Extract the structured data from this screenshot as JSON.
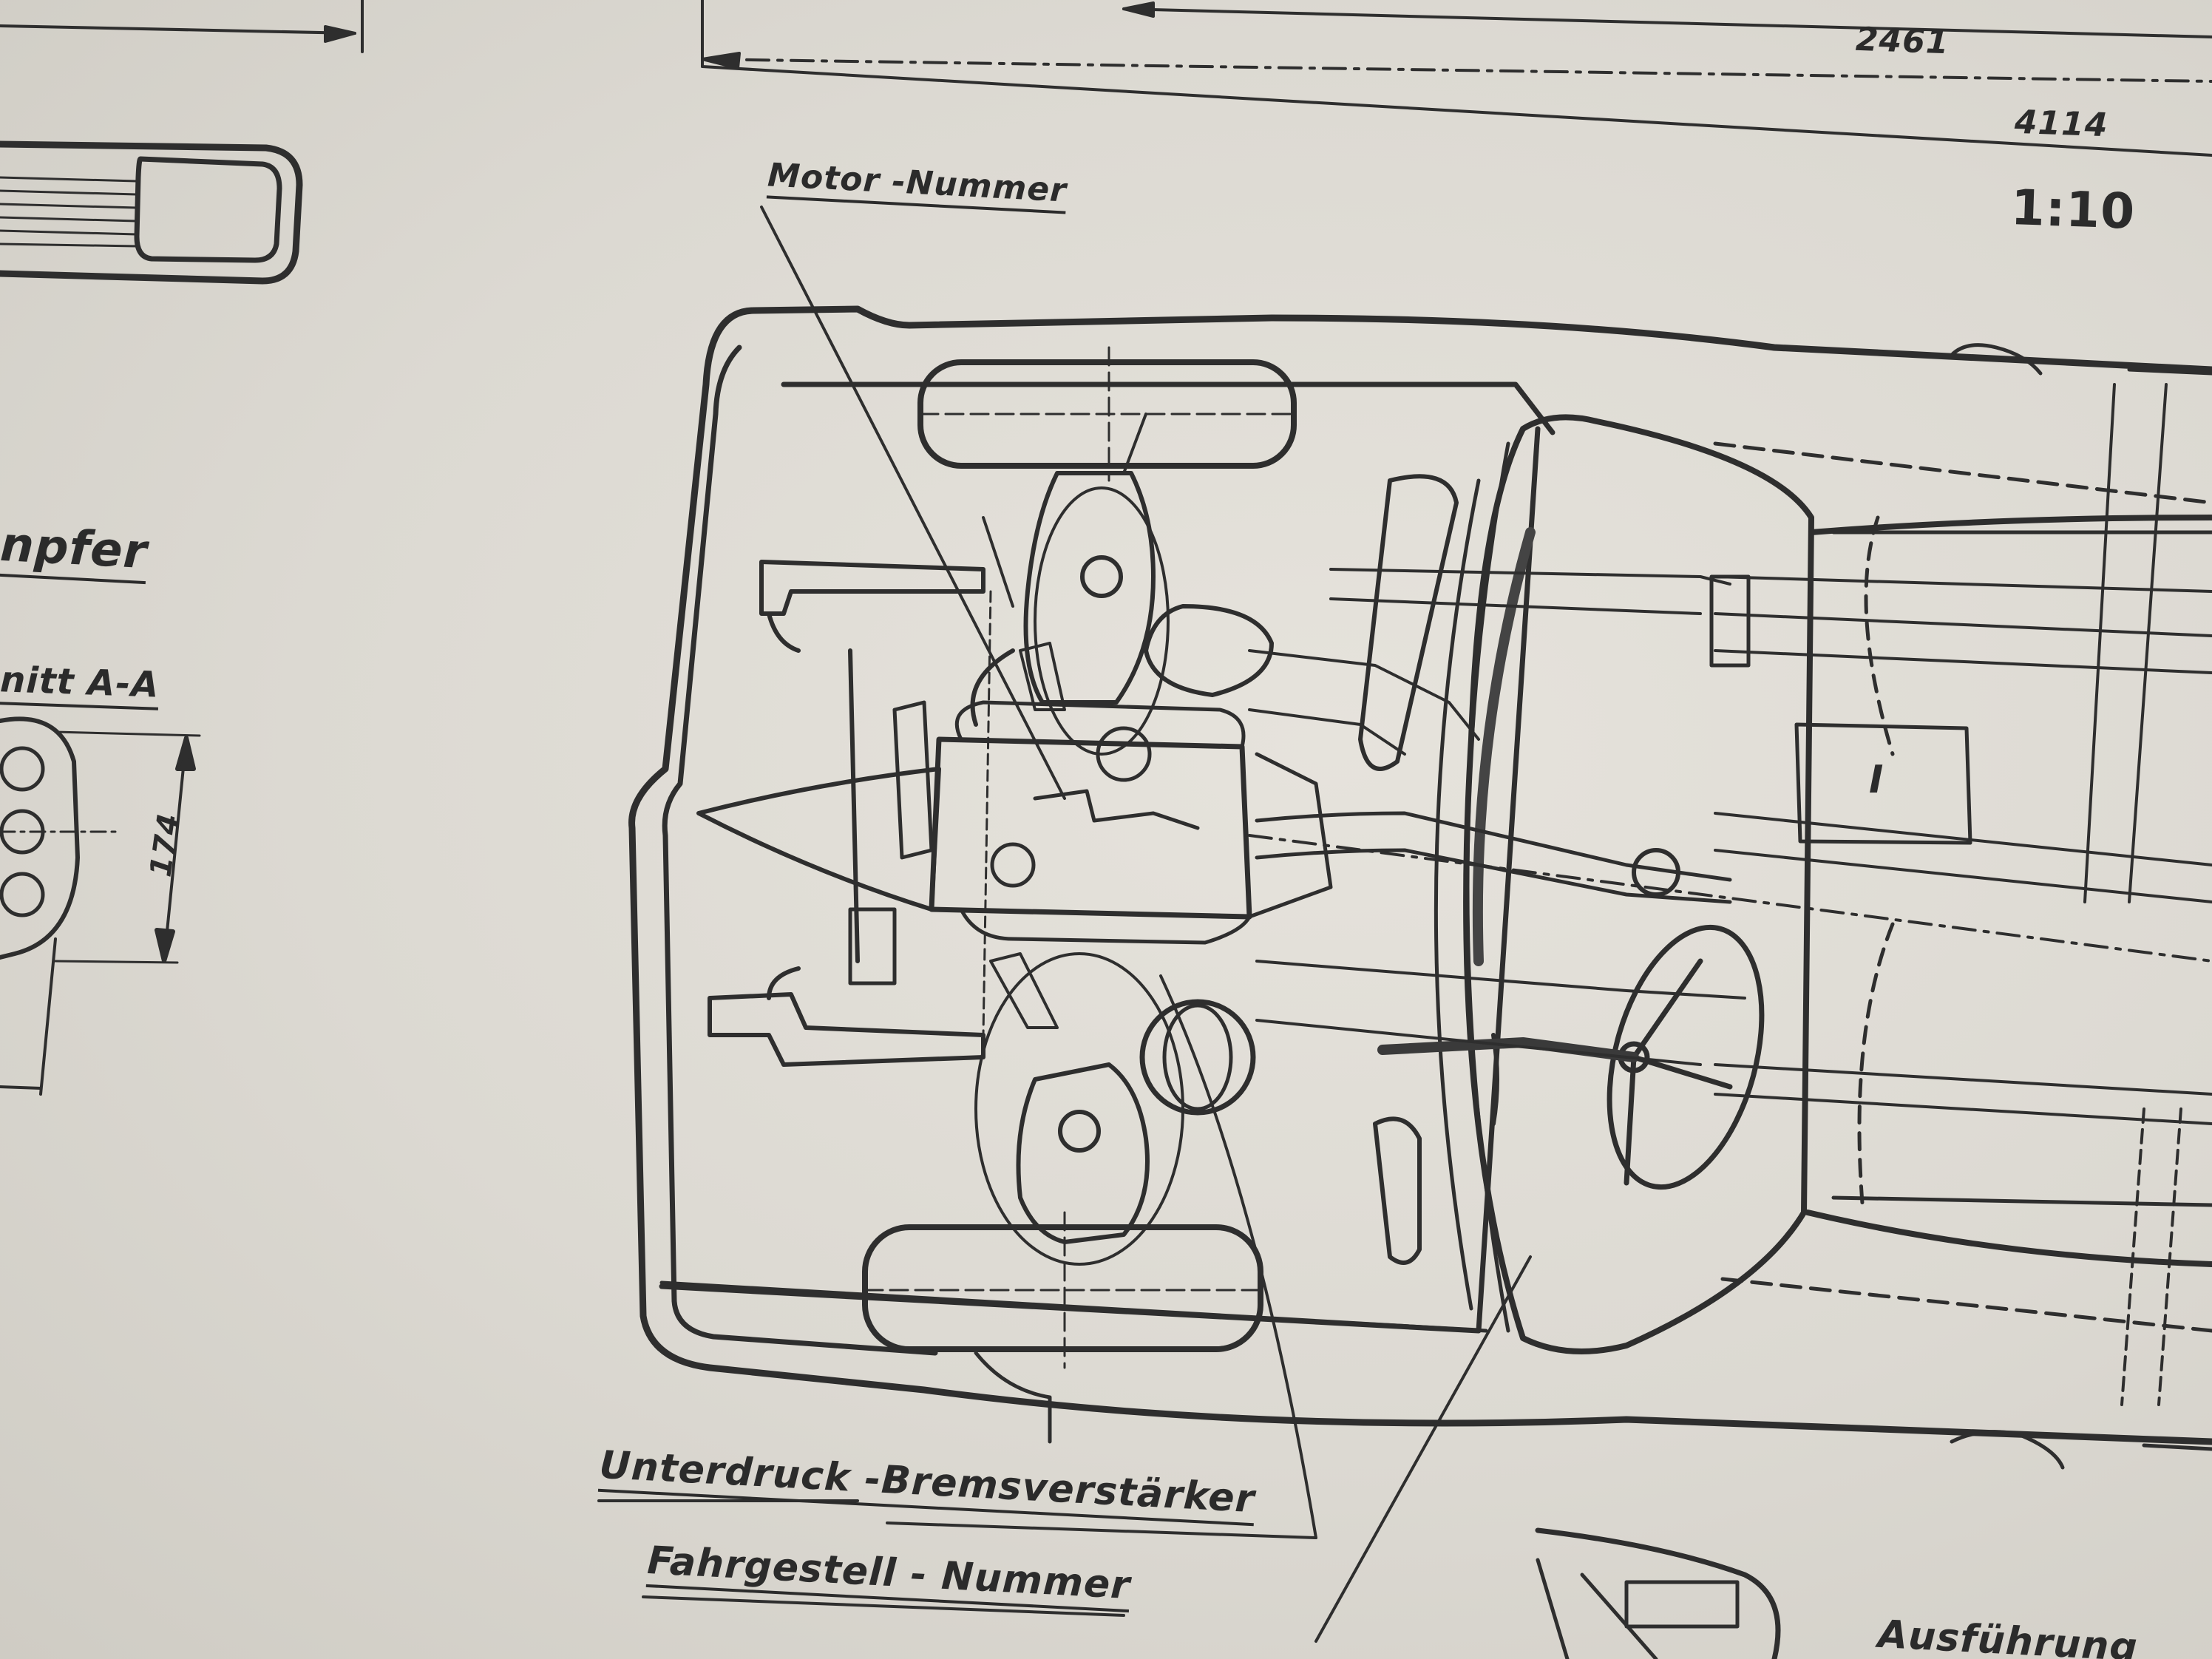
{
  "dimensions": {
    "wheelbase": "2461",
    "overall_length": "4114",
    "section_height": "174"
  },
  "scale": "1:10",
  "labels": {
    "engine_number": "Motor -Nummer",
    "brake_booster": "Unterdruck -Bremsverstärker",
    "chassis_number": "Fahrgestell - Nummer",
    "partial_title": "npfer",
    "section_label": "nitt  A-A",
    "seat_marker": "I",
    "footer_partial": "Ausführung"
  }
}
